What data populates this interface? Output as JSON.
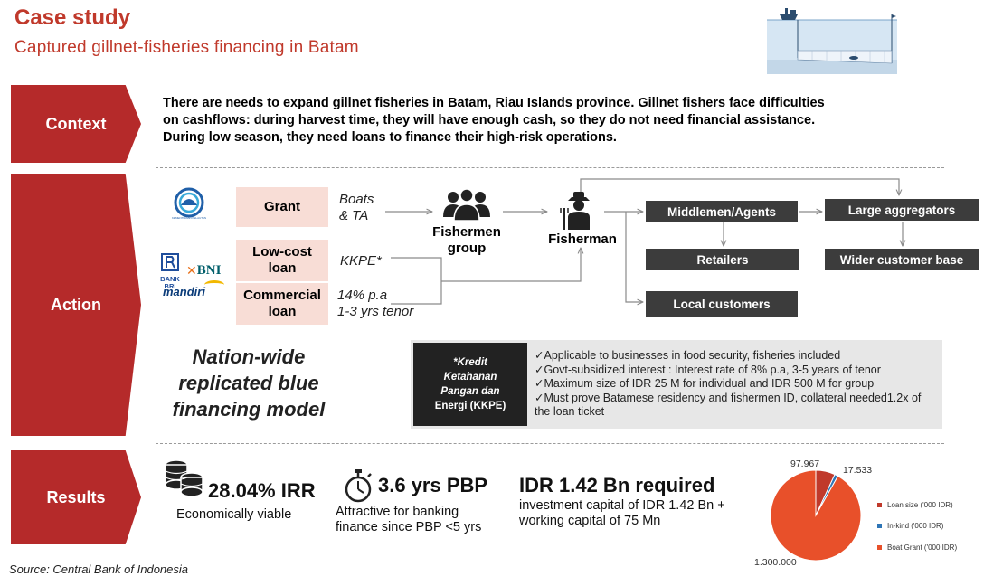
{
  "header": {
    "title": "Case study",
    "subtitle": "Captured gillnet-fisheries financing in Batam"
  },
  "sections": {
    "context": "Context",
    "action": "Action",
    "results": "Results"
  },
  "context_text": "There are needs to expand gillnet fisheries in Batam, Riau Islands province. Gillnet fishers face difficulties on cashflows: during harvest time, they will have enough cash, so they do not need financial assistance. During low season, they need loans to finance their high-risk operations.",
  "action": {
    "lenders": {
      "bri": "BANK BRI",
      "bni": "BNI",
      "mandiri": "mandiri"
    },
    "grant": {
      "label": "Grant",
      "desc_line1": "Boats",
      "desc_line2": "& TA"
    },
    "lowcost": {
      "label_line1": "Low-cost",
      "label_line2": "loan",
      "desc": "KKPE*"
    },
    "commercial": {
      "label_line1": "Commercial",
      "label_line2": "loan",
      "desc_line1": "14% p.a",
      "desc_line2": "1-3 yrs tenor"
    },
    "fishermen_group_line1": "Fishermen",
    "fishermen_group_line2": "group",
    "fisherman": "Fisherman",
    "middlemen": "Middlemen/Agents",
    "large_aggregators": "Large aggregators",
    "retailers": "Retailers",
    "wider_customer_base": "Wider customer base",
    "local_customers": "Local customers",
    "slogan_lines": [
      "Nation-wide",
      "replicated blue",
      "financing model"
    ],
    "kkpe": {
      "label_lines": [
        "*Kredit",
        "Ketahanan",
        "Pangan dan",
        "Energi (KKPE)"
      ],
      "points": [
        "Applicable to businesses in food security, fisheries included",
        "Govt-subsidized interest : Interest rate of 8% p.a, 3-5 years of tenor",
        "Maximum size of IDR 25 M for individual and IDR 500 M for group",
        "Must prove Batamese residency  and fishermen ID, collateral needed1.2x  of the loan ticket"
      ]
    }
  },
  "results": {
    "irr_value": "28.04% IRR",
    "irr_desc": "Economically viable",
    "pbp_value": "3.6 yrs PBP",
    "pbp_desc_line1": "Attractive for banking",
    "pbp_desc_line2": "finance since PBP <5 yrs",
    "capital_value": "IDR 1.42 Bn required",
    "capital_desc_line1": "investment capital of IDR 1.42 Bn +",
    "capital_desc_line2": "working capital of 75 Mn"
  },
  "source": "Source: Central Bank of Indonesia",
  "colors": {
    "accent_red": "#b52a2a",
    "title_red": "#c0392b",
    "pink_box": "#f8ddd6",
    "dark_box": "#3c3c3c",
    "pie_orange": "#e8502a",
    "pie_red": "#c0392b",
    "pie_blue": "#2e75b6"
  },
  "chart_data": {
    "type": "pie",
    "labels": [
      "Loan size ('000 IDR)",
      "In-kind ('000 IDR)",
      "Boat Grant ('000 IDR)"
    ],
    "values": [
      97967,
      17533,
      1300000
    ],
    "value_labels": [
      "97.967",
      "17.533",
      "1.300.000"
    ],
    "legend_position": "right"
  }
}
